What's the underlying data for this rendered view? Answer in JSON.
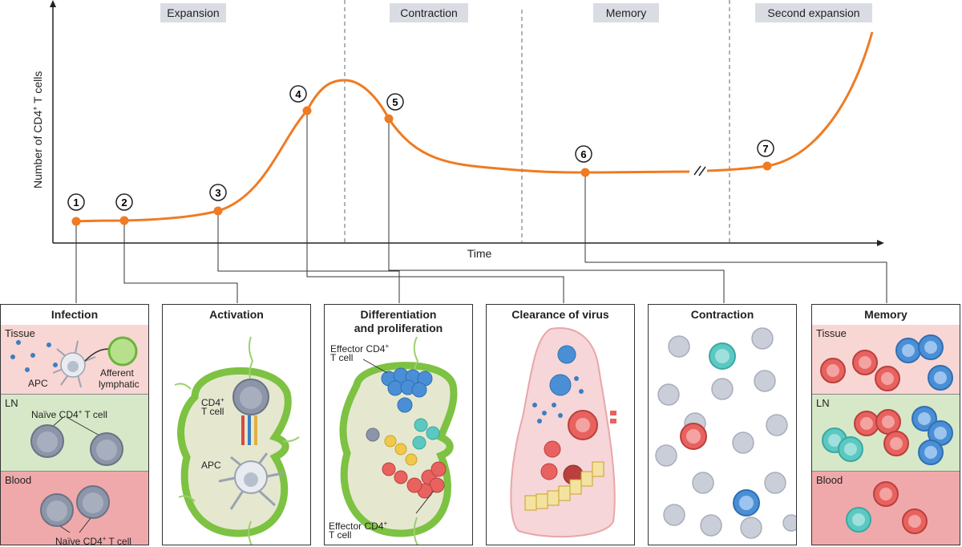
{
  "phases": [
    "Expansion",
    "Contraction",
    "Memory",
    "Second expansion"
  ],
  "axes": {
    "y_label": "Number of CD4",
    "y_label_sup": "+",
    "y_label_end": " T cells",
    "x_label": "Time"
  },
  "points": [
    "1",
    "2",
    "3",
    "4",
    "5",
    "6",
    "7"
  ],
  "panels": {
    "infection": {
      "title": "Infection",
      "tissue": "Tissue",
      "apc": "APC",
      "afferent": "Afferent",
      "lymphatic": "lymphatic",
      "ln": "LN",
      "naive_ln": "Naïve CD4",
      "tcell": " T cell",
      "blood": "Blood",
      "naive_blood": "Naïve CD4"
    },
    "activation": {
      "title": "Activation",
      "cd4": "CD4",
      "tcell": "T cell",
      "apc": "APC"
    },
    "differentiation": {
      "title1": "Differentiation",
      "title2": "and proliferation",
      "effector_top": "Effector CD4",
      "tcell_top": "T cell",
      "effector_bottom": "Effector CD4",
      "tcell_bottom": "T cell"
    },
    "clearance": {
      "title": "Clearance of virus"
    },
    "contraction": {
      "title": "Contraction"
    },
    "memory": {
      "title": "Memory",
      "tissue": "Tissue",
      "ln": "LN",
      "blood": "Blood"
    }
  },
  "sup_plus": "+",
  "colors": {
    "curve": "#ef7b22",
    "tissue_bg": "#f8d6d4",
    "ln_bg": "#d7e8c8",
    "blood_bg": "#f0a9ab",
    "node_green": "#7dc242",
    "naive": "#8d96a8",
    "red_cell": "#e8625f",
    "blue_cell": "#4a8fd6",
    "teal_cell": "#5cc8c2"
  }
}
